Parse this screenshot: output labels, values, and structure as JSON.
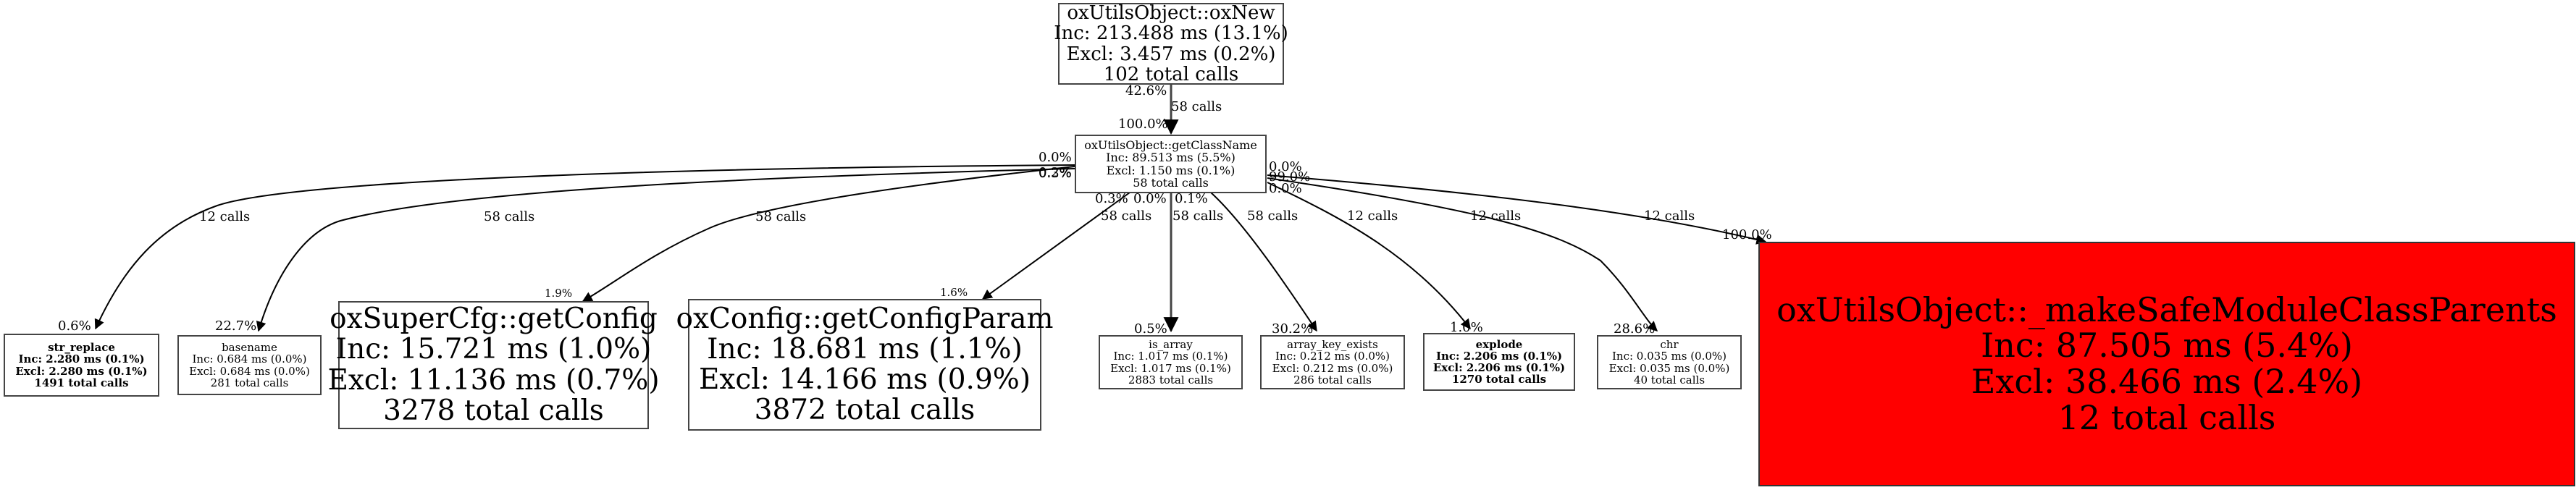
{
  "nodes": [
    {
      "id": "oxnew",
      "name": "oxUtilsObject::oxNew",
      "inc": "Inc: 213.488 ms (13.1%)",
      "excl": "Excl: 3.457 ms (0.2%)",
      "calls": "102 total calls",
      "style": "normal"
    },
    {
      "id": "getclassname",
      "name": "oxUtilsObject::getClassName",
      "inc": "Inc: 89.513 ms (5.5%)",
      "excl": "Excl: 1.150 ms (0.1%)",
      "calls": "58 total calls",
      "style": "normal"
    },
    {
      "id": "str_replace",
      "name": "str_replace",
      "inc": "Inc: 2.280 ms (0.1%)",
      "excl": "Excl: 2.280 ms (0.1%)",
      "calls": "1491 total calls",
      "style": "bold"
    },
    {
      "id": "basename",
      "name": "basename",
      "inc": "Inc: 0.684 ms (0.0%)",
      "excl": "Excl: 0.684 ms (0.0%)",
      "calls": "281 total calls",
      "style": "normal"
    },
    {
      "id": "getconfig",
      "name": "oxSuperCfg::getConfig",
      "inc": "Inc: 15.721 ms (1.0%)",
      "excl": "Excl: 11.136 ms (0.7%)",
      "calls": "3278 total calls",
      "style": "normal"
    },
    {
      "id": "getconfigparam",
      "name": "oxConfig::getConfigParam",
      "inc": "Inc: 18.681 ms (1.1%)",
      "excl": "Excl: 14.166 ms (0.9%)",
      "calls": "3872 total calls",
      "style": "normal"
    },
    {
      "id": "is_array",
      "name": "is_array",
      "inc": "Inc: 1.017 ms (0.1%)",
      "excl": "Excl: 1.017 ms (0.1%)",
      "calls": "2883 total calls",
      "style": "normal"
    },
    {
      "id": "array_key_exists",
      "name": "array_key_exists",
      "inc": "Inc: 0.212 ms (0.0%)",
      "excl": "Excl: 0.212 ms (0.0%)",
      "calls": "286 total calls",
      "style": "normal"
    },
    {
      "id": "explode",
      "name": "explode",
      "inc": "Inc: 2.206 ms (0.1%)",
      "excl": "Excl: 2.206 ms (0.1%)",
      "calls": "1270 total calls",
      "style": "bold"
    },
    {
      "id": "chr",
      "name": "chr",
      "inc": "Inc: 0.035 ms (0.0%)",
      "excl": "Excl: 0.035 ms (0.0%)",
      "calls": "40 total calls",
      "style": "normal"
    },
    {
      "id": "makesafe",
      "name": "oxUtilsObject::_makeSafeModuleClassParents",
      "inc": "Inc: 87.505 ms (5.4%)",
      "excl": "Excl: 38.466 ms (2.4%)",
      "calls": "12 total calls",
      "style": "red"
    }
  ],
  "edges": [
    {
      "from": "oxnew",
      "to": "getclassname",
      "calls": "58 calls",
      "tail_pct": "42.6%",
      "head_pct": "100.0%"
    },
    {
      "from": "getclassname",
      "to": "str_replace",
      "calls": "12 calls",
      "tail_pct": "0.0%",
      "head_pct": "0.6%"
    },
    {
      "from": "getclassname",
      "to": "basename",
      "calls": "58 calls",
      "tail_pct": "0.3%",
      "head_pct": "22.7%"
    },
    {
      "from": "getclassname",
      "to": "getconfig",
      "calls": "58 calls",
      "tail_pct": "0.2%",
      "head_pct": "1.9%"
    },
    {
      "from": "getclassname",
      "to": "getconfigparam",
      "calls": "58 calls",
      "tail_pct": "0.3%",
      "head_pct": "1.6%"
    },
    {
      "from": "getclassname",
      "to": "is_array",
      "calls": "58 calls",
      "tail_pct": "0.0%",
      "head_pct": "0.5%"
    },
    {
      "from": "getclassname",
      "to": "array_key_exists",
      "calls": "58 calls",
      "tail_pct": "0.1%",
      "head_pct": "30.2%"
    },
    {
      "from": "getclassname",
      "to": "explode",
      "calls": "12 calls",
      "tail_pct": "0.0%",
      "head_pct": "1.0%"
    },
    {
      "from": "getclassname",
      "to": "chr",
      "calls": "12 calls",
      "tail_pct": "0.0%",
      "head_pct": "28.6%"
    },
    {
      "from": "getclassname",
      "to": "makesafe",
      "calls": "12 calls",
      "tail_pct": "99.0%",
      "head_pct": "100.0%"
    }
  ],
  "colors": {
    "hot_node": "#ff0000",
    "edge": "#000000",
    "border": "#444444"
  }
}
